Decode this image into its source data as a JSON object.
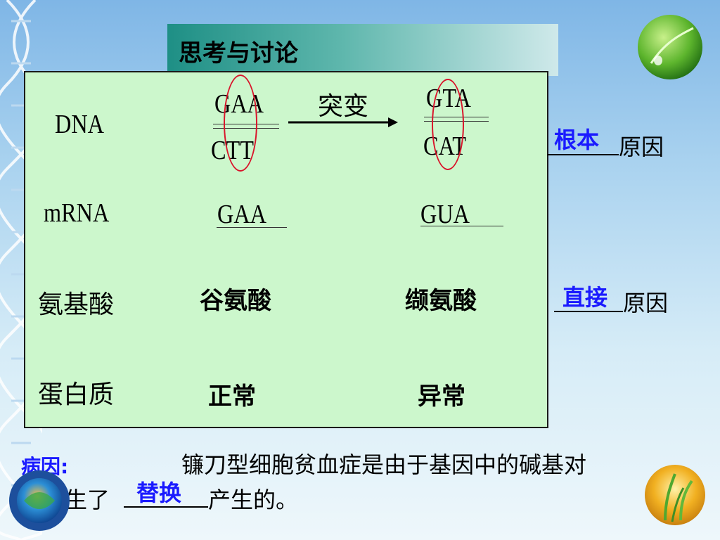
{
  "title": "思考与讨论",
  "rows": {
    "dna": {
      "label": "DNA",
      "normal_top": "GAA",
      "normal_bottom": "CTT",
      "mutant_top": "GTA",
      "mutant_bottom": "CAT"
    },
    "mrna": {
      "label": "mRNA",
      "normal": "GAA",
      "mutant": "GUA"
    },
    "amino": {
      "label": "氨基酸",
      "normal": "谷氨酸",
      "mutant": "缬氨酸"
    },
    "protein": {
      "label": "蛋白质",
      "normal": "正常",
      "mutant": "异常"
    }
  },
  "mutation_label": "突变",
  "side": {
    "root_answer": "根本",
    "root_suffix": "原因",
    "direct_answer": "直接",
    "direct_suffix": "原因"
  },
  "bottom": {
    "label": "病因:",
    "line1": "镰刀型细胞贫血症是由于基因中的碱基对",
    "line2_prefix": "发生了",
    "answer": "替换",
    "line2_suffix": "产生的。"
  },
  "colors": {
    "box_bg": "#ccf7cc",
    "answer_blue": "#1a1aff",
    "circle_red": "#d9152b",
    "title_bar": "#1e8f85"
  },
  "icons": [
    "dna-helix-icon",
    "leaf-drop-icon",
    "globe-logo-icon",
    "grass-ball-icon"
  ]
}
